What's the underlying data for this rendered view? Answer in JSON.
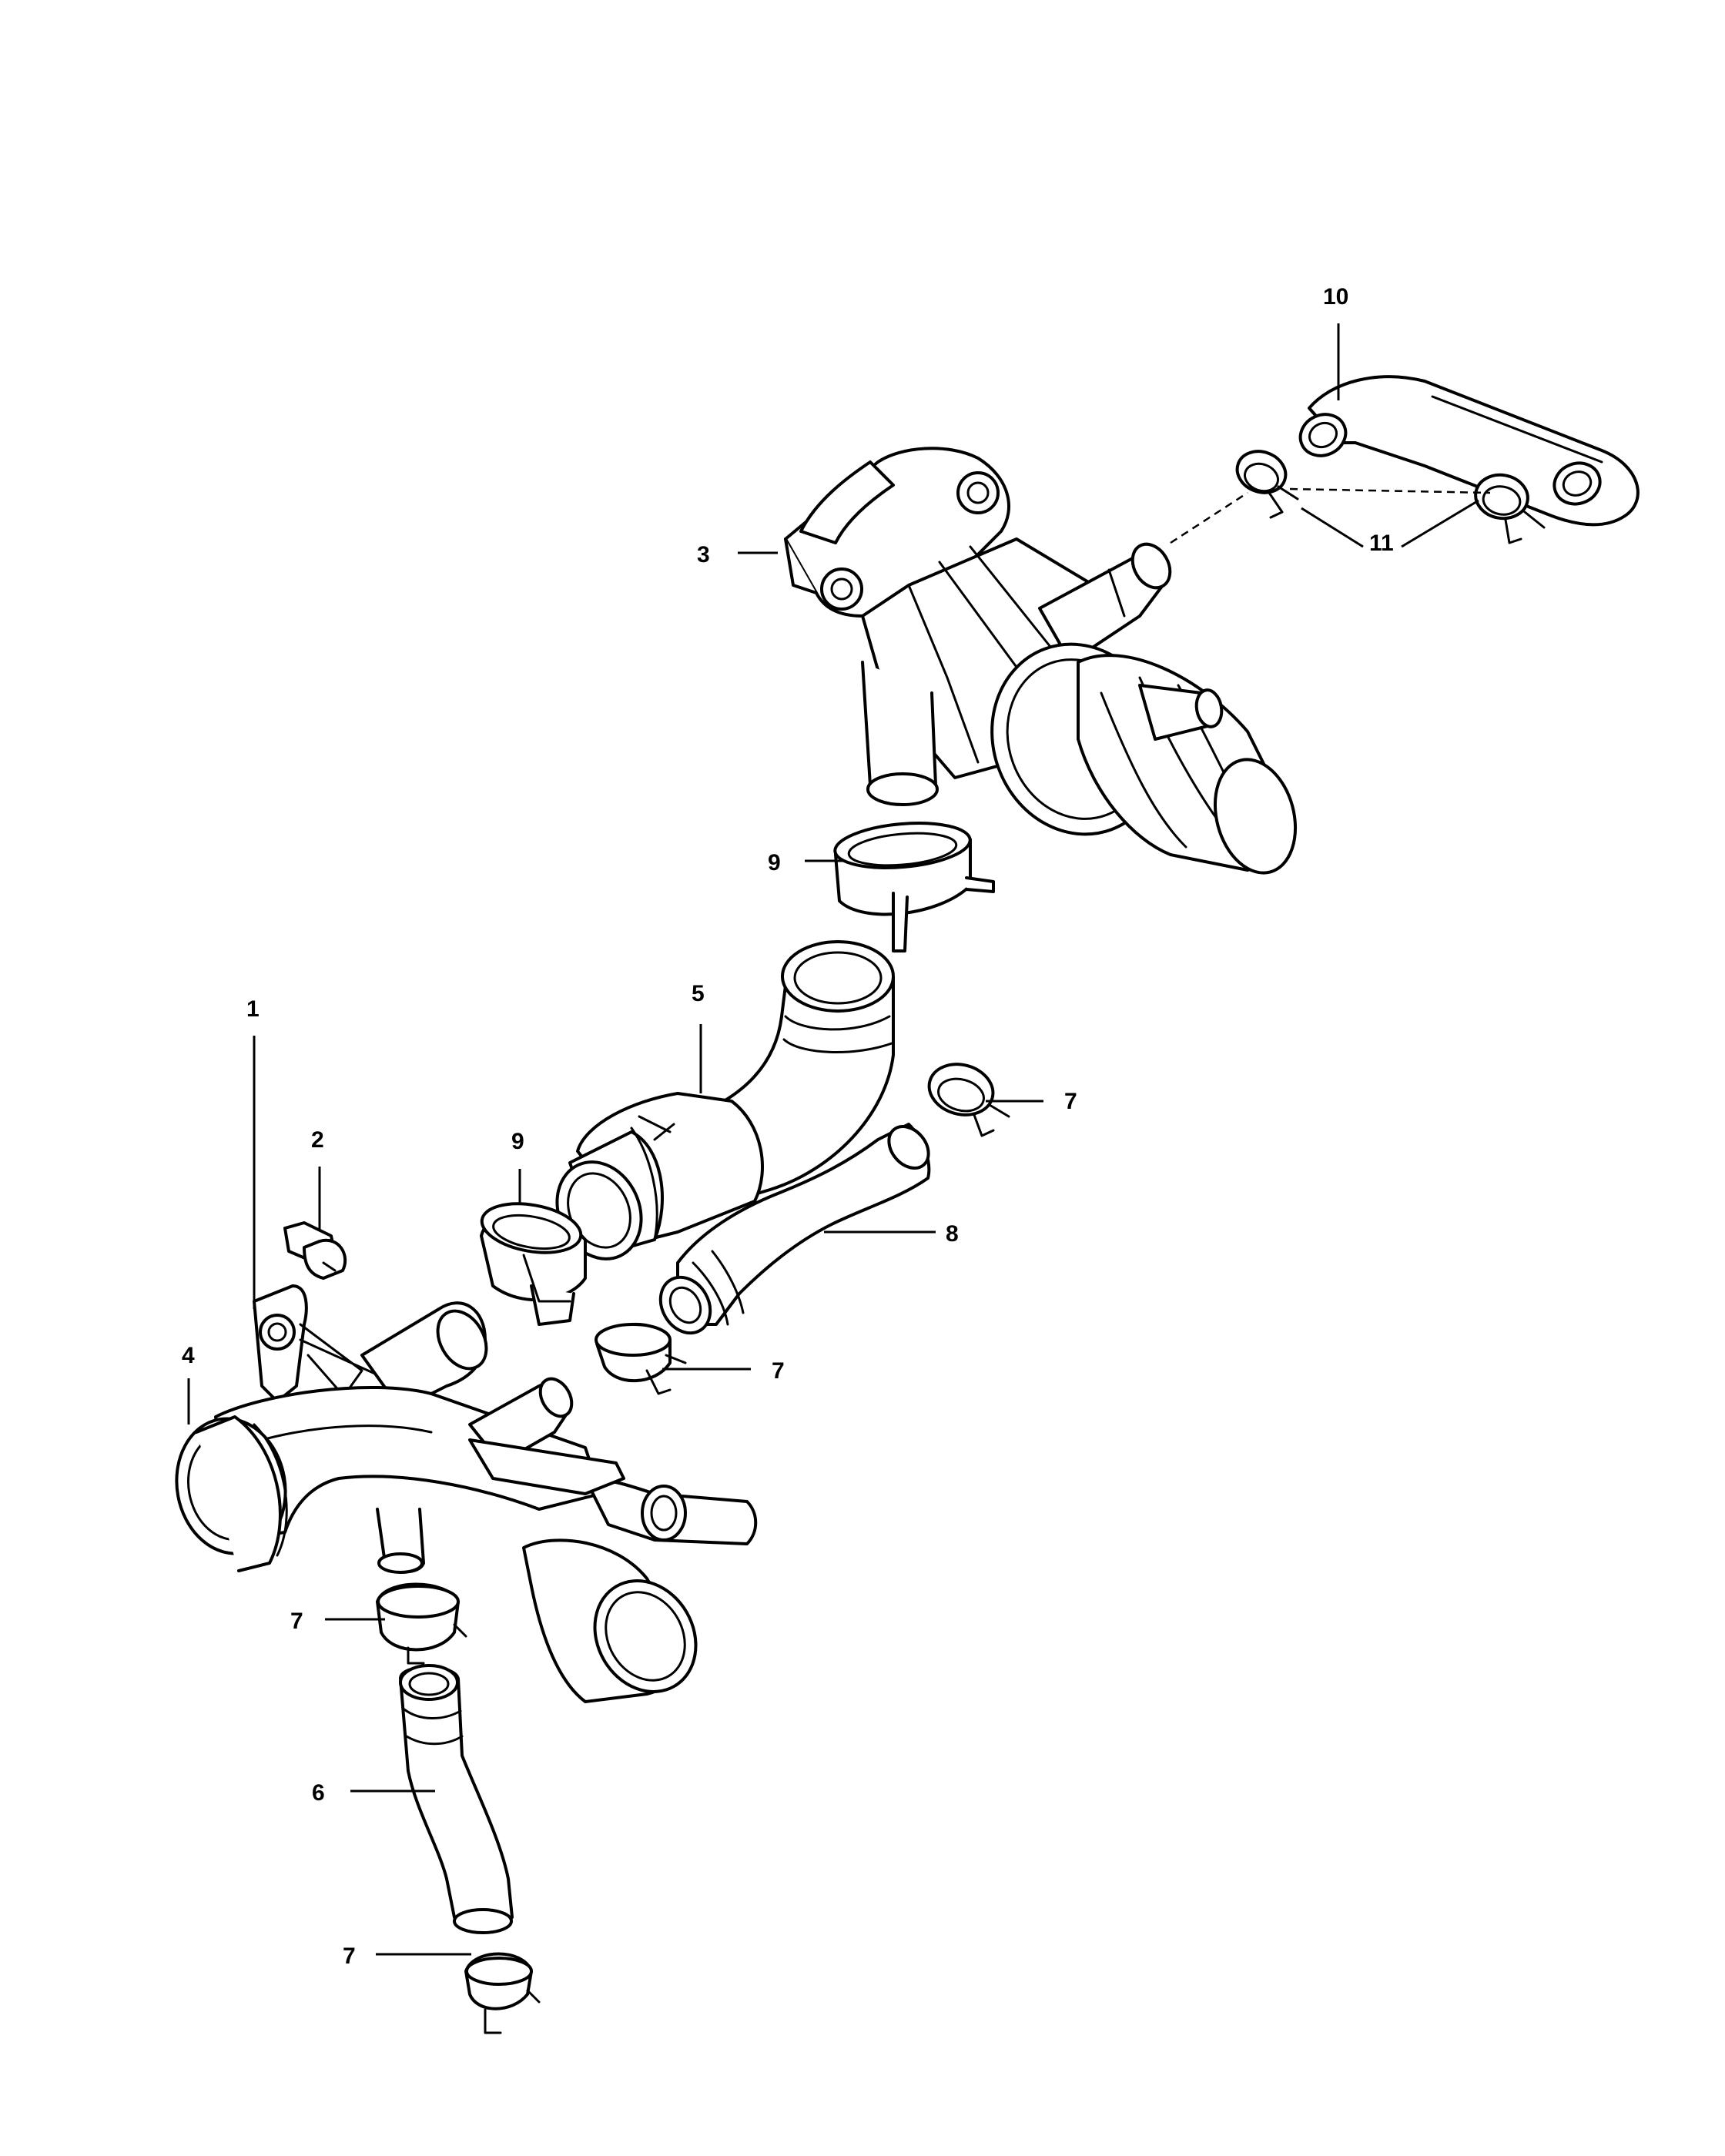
{
  "diagram": {
    "callouts": [
      {
        "id": "callout-10",
        "label": "10"
      },
      {
        "id": "callout-11",
        "label": "11"
      },
      {
        "id": "callout-3",
        "label": "3"
      },
      {
        "id": "callout-9-top",
        "label": "9"
      },
      {
        "id": "callout-5",
        "label": "5"
      },
      {
        "id": "callout-1",
        "label": "1"
      },
      {
        "id": "callout-7-right",
        "label": "7"
      },
      {
        "id": "callout-2",
        "label": "2"
      },
      {
        "id": "callout-9-mid",
        "label": "9"
      },
      {
        "id": "callout-8",
        "label": "8"
      },
      {
        "id": "callout-4",
        "label": "4"
      },
      {
        "id": "callout-7-mid",
        "label": "7"
      },
      {
        "id": "callout-7-left",
        "label": "7"
      },
      {
        "id": "callout-6",
        "label": "6"
      },
      {
        "id": "callout-7-bottom",
        "label": "7"
      }
    ]
  }
}
